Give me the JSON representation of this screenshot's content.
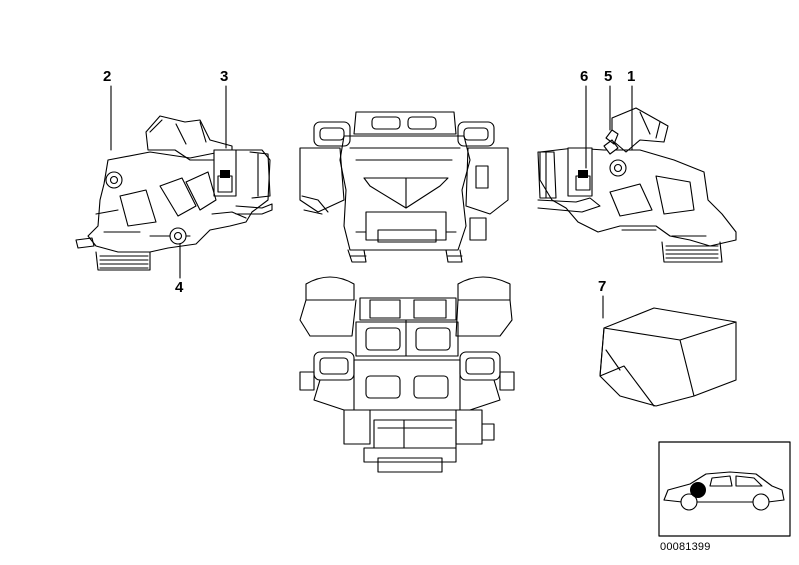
{
  "callouts": {
    "c1": "1",
    "c2": "2",
    "c3": "3",
    "c4": "4",
    "c5": "5",
    "c6": "6",
    "c7": "7"
  },
  "diagram_id": "00081399",
  "icons": {
    "thumbnail": "car-side-silhouette-icon",
    "location_marker": "filled-circle-marker-icon"
  },
  "colors": {
    "line": "#000000",
    "background": "#ffffff"
  }
}
